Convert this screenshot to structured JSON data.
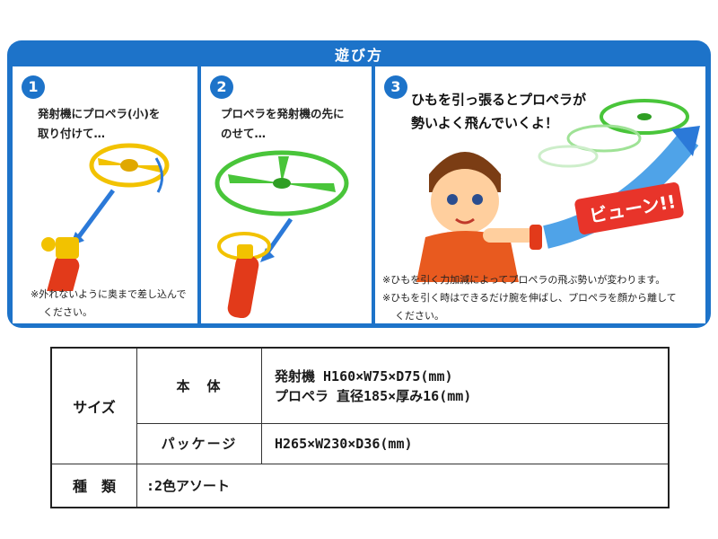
{
  "howto": {
    "title": "遊び方",
    "steps": [
      {
        "num": "1",
        "text1": "発射機にプロペラ(小)を",
        "text2": "取り付けて…",
        "note1": "※外れないように奥まで差し込んで",
        "note2": "ください。"
      },
      {
        "num": "2",
        "text1": "プロペラを発射機の先に",
        "text2": "のせて…"
      },
      {
        "num": "3",
        "text1": "ひもを引っ張るとプロペラが",
        "text2": "勢いよく飛んでいくよ！",
        "shout": "ビューン!!",
        "note1": "※ひもを引く力加減によってプロペラの飛ぶ勢いが変わります。",
        "note2": "※ひもを引く時はできるだけ腕を伸ばし、プロペラを顔から離して",
        "note3": "ください。"
      }
    ]
  },
  "spec": {
    "size_label": "サイズ",
    "body_label": "本　体",
    "body_val1": "発射機 H160×W75×D75(mm)",
    "body_val2": "プロペラ 直径185×厚み16(mm)",
    "package_label": "パッケージ",
    "package_val": "H265×W230×D36(mm)",
    "kind_label": "種　類",
    "kind_val": ":2色アソート"
  },
  "colors": {
    "panel_blue": "#1d73c9",
    "propeller_yellow": "#f2c200",
    "propeller_green": "#49c53a",
    "launcher_red": "#e23a1a"
  }
}
